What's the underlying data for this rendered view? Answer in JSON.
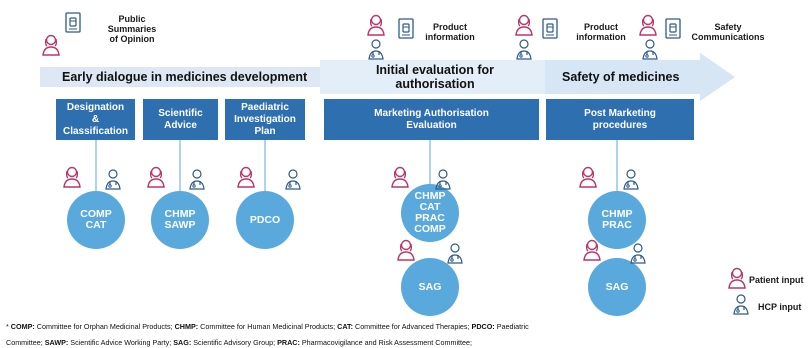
{
  "top_labels": {
    "public_summaries": [
      "Public",
      "Summaries",
      "of Opinion"
    ],
    "product_info_1": [
      "Product",
      "information"
    ],
    "product_info_2": [
      "Product",
      "information"
    ],
    "safety_comms": [
      "Safety",
      "Communications"
    ]
  },
  "stages": {
    "early": "Early dialogue in medicines development",
    "initial": [
      "Initial evaluation for",
      "authorisation"
    ],
    "safety": "Safety of medicines"
  },
  "boxes": {
    "designation": [
      "Designation",
      "&",
      "Classification"
    ],
    "scientific": [
      "Scientific",
      "Advice"
    ],
    "paediatric": [
      "Paediatric",
      "Investigation",
      "Plan"
    ],
    "ma_eval": [
      "Marketing Authorisation",
      "Evaluation"
    ],
    "post_marketing": [
      "Post Marketing",
      "procedures"
    ]
  },
  "committees": {
    "comp_cat": [
      "COMP",
      "CAT"
    ],
    "chmp_sawp": [
      "CHMP",
      "SAWP"
    ],
    "pdco": [
      "PDCO"
    ],
    "chmp_cat_prac_comp": [
      "CHMP",
      "CAT",
      "PRAC",
      "COMP"
    ],
    "chmp_prac": [
      "CHMP",
      "PRAC"
    ],
    "sag_1": [
      "SAG"
    ],
    "sag_2": [
      "SAG"
    ]
  },
  "legend": {
    "patient": "Patient input",
    "hcp": "HCP input"
  },
  "footnote": {
    "line1": [
      {
        "t": "* ",
        "b": false
      },
      {
        "t": "COMP:",
        "b": true
      },
      {
        "t": " Committee for Orphan Medicinal Products; ",
        "b": false
      },
      {
        "t": "CHMP:",
        "b": true
      },
      {
        "t": " Committee for Human Medicinal Products; ",
        "b": false
      },
      {
        "t": "CAT:",
        "b": true
      },
      {
        "t": " Committee for Advanced Therapies; ",
        "b": false
      },
      {
        "t": "PDCO:",
        "b": true
      },
      {
        "t": " Paediatric",
        "b": false
      }
    ],
    "line2": [
      {
        "t": "Committee; ",
        "b": false
      },
      {
        "t": "SAWP:",
        "b": true
      },
      {
        "t": " Scientific Advice Working Party; ",
        "b": false
      },
      {
        "t": "SAG:",
        "b": true
      },
      {
        "t": " Scientific Advisory Group; ",
        "b": false
      },
      {
        "t": "PRAC:",
        "b": true
      },
      {
        "t": " Pharmacovigilance and Risk Assessment Committee;",
        "b": false
      }
    ]
  },
  "colors": {
    "box": "#2e6fb0",
    "circle": "#5aa9dd",
    "arrow": "#d8e8f5",
    "patient": "#b8366a",
    "hcp": "#2e5a8a"
  }
}
